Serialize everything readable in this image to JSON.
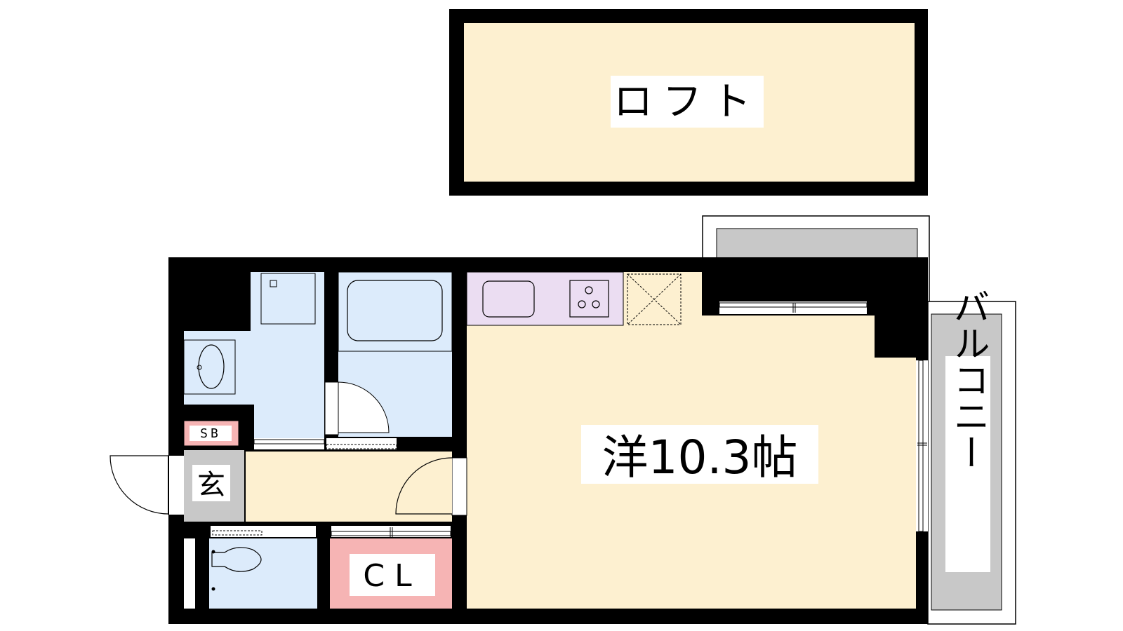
{
  "floor_plan": {
    "loft_label": "ロフト",
    "main_room_label": "洋10.3帖",
    "balcony_label": "バルコニー",
    "entrance_label": "玄",
    "shoe_box_label": "SB",
    "closet_label": "CL"
  },
  "colors": {
    "wall": "#000000",
    "room_beige": "#FDF0D0",
    "wet_area_blue": "#DCEBFB",
    "kitchen_lavender": "#EBDDF2",
    "storage_pink": "#F6B4B4",
    "entrance_gray": "#C8C8C8",
    "balcony_gray": "#C8C8C8"
  }
}
